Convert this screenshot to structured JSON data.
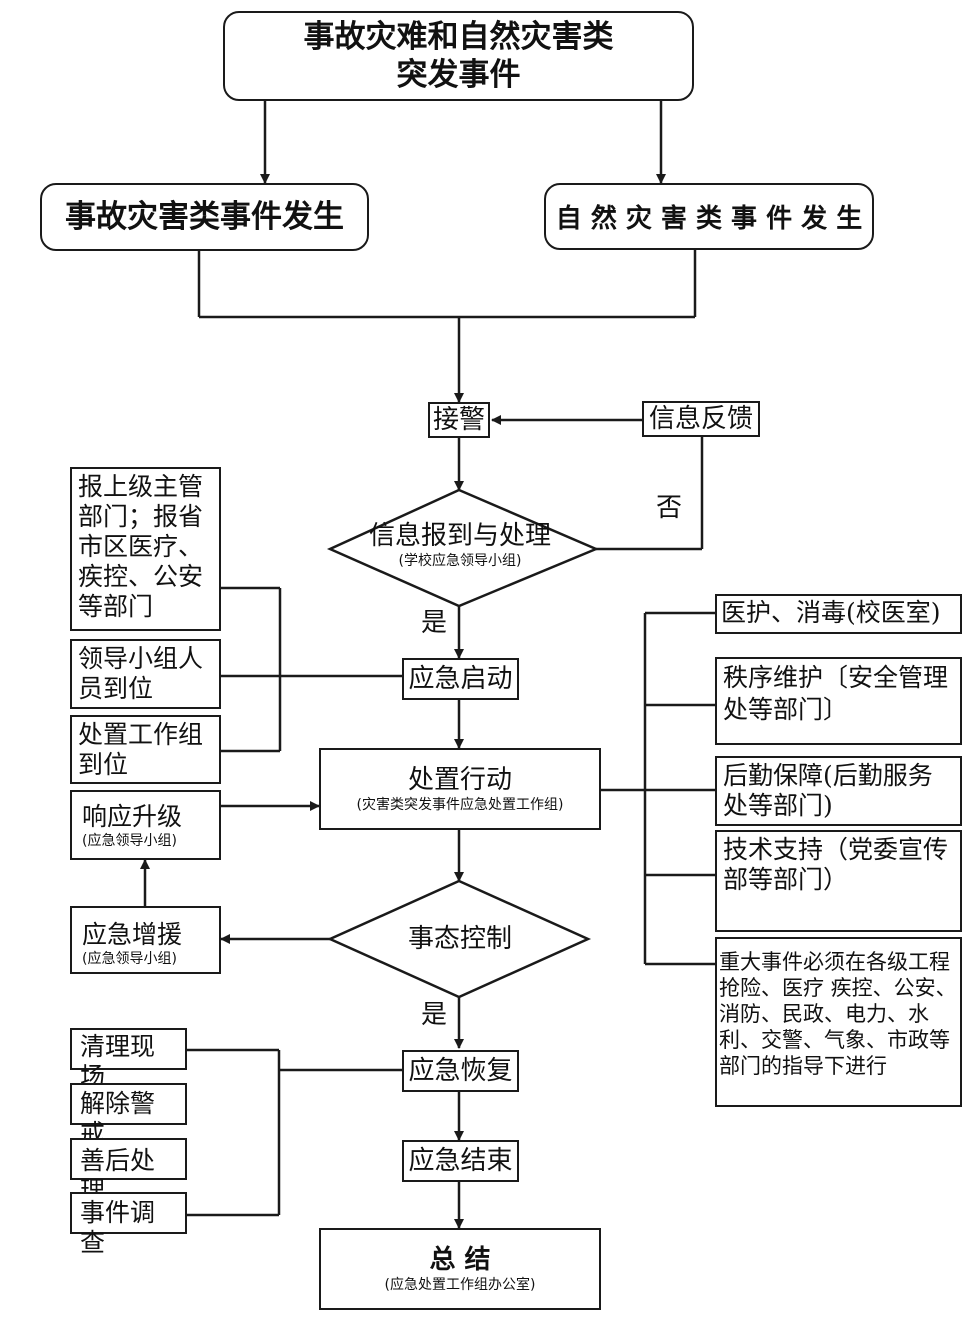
{
  "title_box": {
    "line1": "事故灾难和自然灾害类",
    "line2": "突发事件"
  },
  "accident_event": "事故灾害类事件发生",
  "natural_event": "自 然 灾 害 类 事 件 发 生",
  "receive_alarm": "接警",
  "info_feedback": "信息反馈",
  "label_no": "否",
  "label_yes_1": "是",
  "label_yes_2": "是",
  "info_report": {
    "main": "信息报到与处理",
    "sub": "(学校应急领导小组)"
  },
  "emergency_start": "应急启动",
  "action": {
    "main": "处置行动",
    "sub": "(灾害类突发事件应急处置工作组)"
  },
  "situation_control": "事态控制",
  "emergency_recovery": "应急恢复",
  "emergency_end": "应急结束",
  "summary": {
    "main": "总 结",
    "sub": "(应急处置工作组办公室)"
  },
  "left_boxes": {
    "report_superior": "报上级主管部门；报省市区医疗、疾控、公安等部门",
    "leaders_arrive": "领导小组人员到位",
    "workgroup_arrive": "处置工作组到位",
    "upgrade": {
      "main": "响应升级",
      "sub": "(应急领导小组)"
    },
    "reinforce": {
      "main": "应急增援",
      "sub": "(应急领导小组)"
    }
  },
  "recovery_items": [
    "清理现场",
    "解除警戒",
    "善后处理",
    "事件调查"
  ],
  "right_boxes": {
    "medical": "医护、消毒(校医室)",
    "order": "秩序维护〔安全管理处等部门〕",
    "logistics": "后勤保障(后勤服务处等部门)",
    "tech": "技术支持（党委宣传部等部门）",
    "major": "重大事件必须在各级工程抢险、医疗 疾控、公安、消防、民政、电力、水利、交警、气象、市政等部门的指导下进行"
  }
}
